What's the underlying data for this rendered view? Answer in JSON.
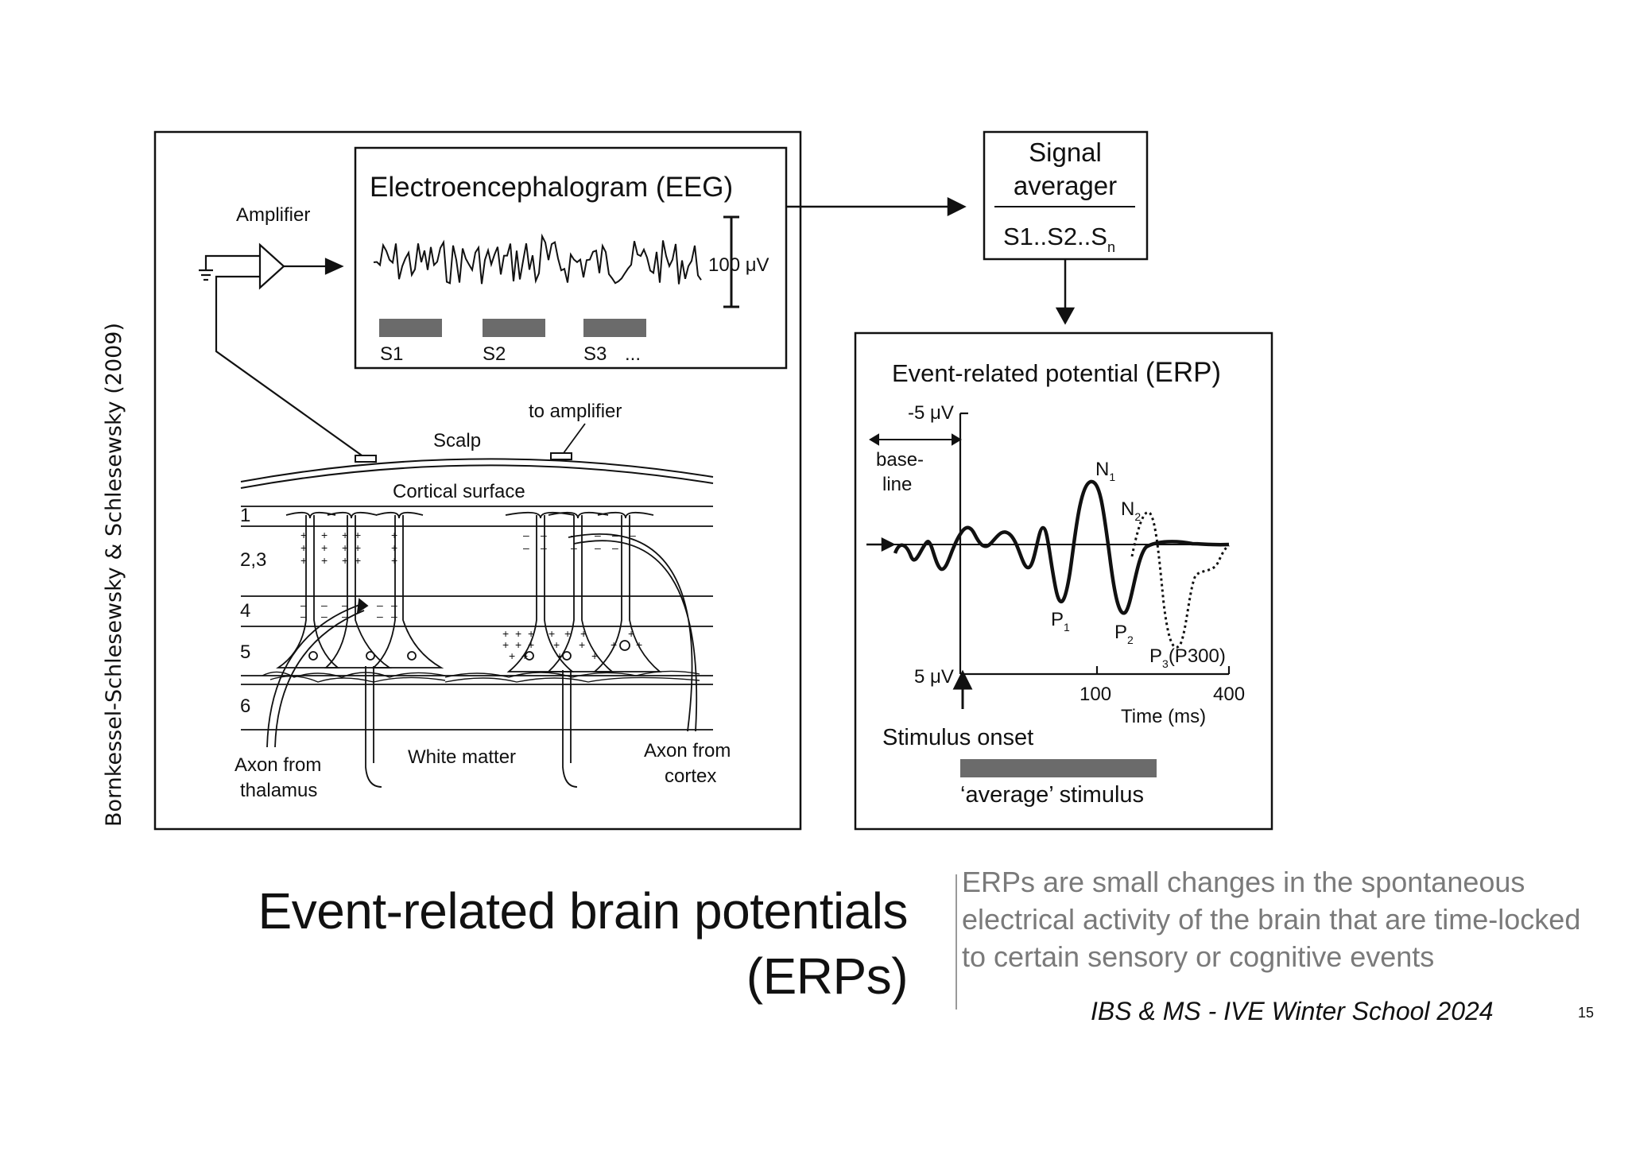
{
  "slide": {
    "title_line1": "Event-related brain potentials",
    "title_line2": "(ERPs)",
    "description": "ERPs are small changes in the spontaneous electrical activity of the brain that are time-locked to certain sensory or cognitive events",
    "footer": "IBS & MS - IVE Winter School 2024",
    "page_number": "15",
    "credit": "Bornkessel-Schlesewsky & Schlesewsky (2009)"
  },
  "eeg_panel": {
    "amplifier_label": "Amplifier",
    "eeg_title": "Electroencephalogram (EEG)",
    "scale_label": "100 μV",
    "stimuli": [
      "S1",
      "S2",
      "S3"
    ],
    "stimuli_more": "...",
    "to_amplifier": "to amplifier",
    "scalp": "Scalp",
    "cortical_surface": "Cortical surface",
    "layers": [
      "1",
      "2,3",
      "4",
      "5",
      "6"
    ],
    "axon_thalamus_1": "Axon from",
    "axon_thalamus_2": "thalamus",
    "white_matter": "White matter",
    "axon_cortex_1": "Axon from",
    "axon_cortex_2": "cortex"
  },
  "averager": {
    "line1": "Signal",
    "line2": "averager",
    "formula": "S1..S2..S",
    "formula_sub": "n"
  },
  "erp_panel": {
    "title_main": "Event-related potential ",
    "title_abbr": "(ERP)",
    "y_top": "-5 μV",
    "y_bottom": "5 μV",
    "baseline_1": "base-",
    "baseline_2": "line",
    "x_tick_mid": "100",
    "x_tick_end": "400",
    "x_label": "Time (ms)",
    "stimulus_onset": "Stimulus onset",
    "average_stimulus": "‘average’ stimulus",
    "peaks": [
      {
        "base": "N",
        "sub": "1",
        "extra": ""
      },
      {
        "base": "N",
        "sub": "2",
        "extra": ""
      },
      {
        "base": "P",
        "sub": "1",
        "extra": ""
      },
      {
        "base": "P",
        "sub": "2",
        "extra": ""
      },
      {
        "base": "P",
        "sub": "3",
        "extra": "(P300)"
      }
    ]
  },
  "colors": {
    "stimulus_bar": "#6b6b6b",
    "description_text": "#7a7a7a",
    "line": "#111111"
  }
}
